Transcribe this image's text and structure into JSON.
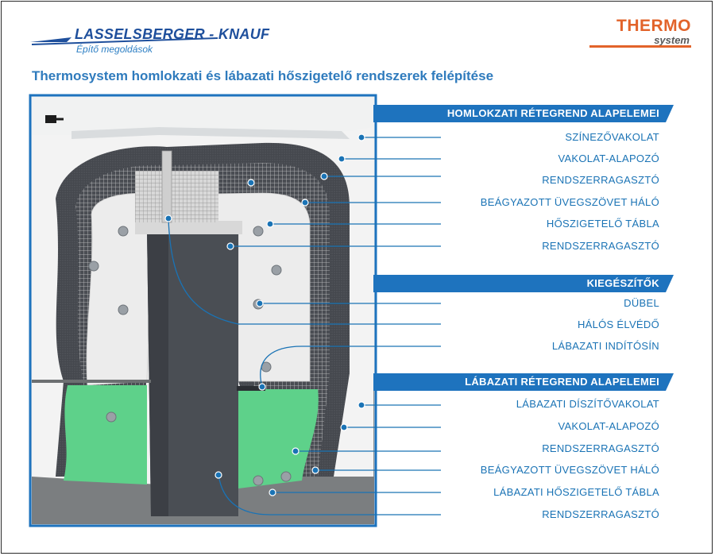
{
  "brand": {
    "name": "LASSELSBERGER - KNAUF",
    "tagline": "Építő megoldások",
    "product_line_1": "THERMO",
    "product_line_2": "system"
  },
  "title": "Thermosystem homlokzati és lábazati hőszigetelő rendszerek felépítése",
  "colors": {
    "accent_blue": "#1a73b5",
    "header_blue": "#1e73be",
    "brand_orange": "#e2632a",
    "insulation_white": "#eeeeee",
    "plinth_green": "#5ed18a",
    "adhesive_dark": "#3d4046"
  },
  "sections": [
    {
      "header": "HOMLOKZATI RÉTEGREND ALAPELEMEI",
      "items": [
        "SZÍNEZŐVAKOLAT",
        "VAKOLAT-ALAPOZÓ",
        "RENDSZERRAGASZTÓ",
        "BEÁGYAZOTT ÜVEGSZÖVET HÁLÓ",
        "HŐSZIGETELŐ TÁBLA",
        "RENDSZERRAGASZTÓ"
      ]
    },
    {
      "header": "KIEGÉSZÍTŐK",
      "items": [
        "DÜBEL",
        "HÁLÓS ÉLVÉDŐ",
        "LÁBAZATI INDÍTÓSÍN"
      ]
    },
    {
      "header": "LÁBAZATI RÉTEGREND ALAPELEMEI",
      "items": [
        "LÁBAZATI DÍSZÍTŐVAKOLAT",
        "VAKOLAT-ALAPOZÓ",
        "RENDSZERRAGASZTÓ",
        "BEÁGYAZOTT ÜVEGSZÖVET HÁLÓ",
        "LÁBAZATI HŐSZIGETELŐ TÁBLA",
        "RENDSZERRAGASZTÓ"
      ]
    }
  ]
}
